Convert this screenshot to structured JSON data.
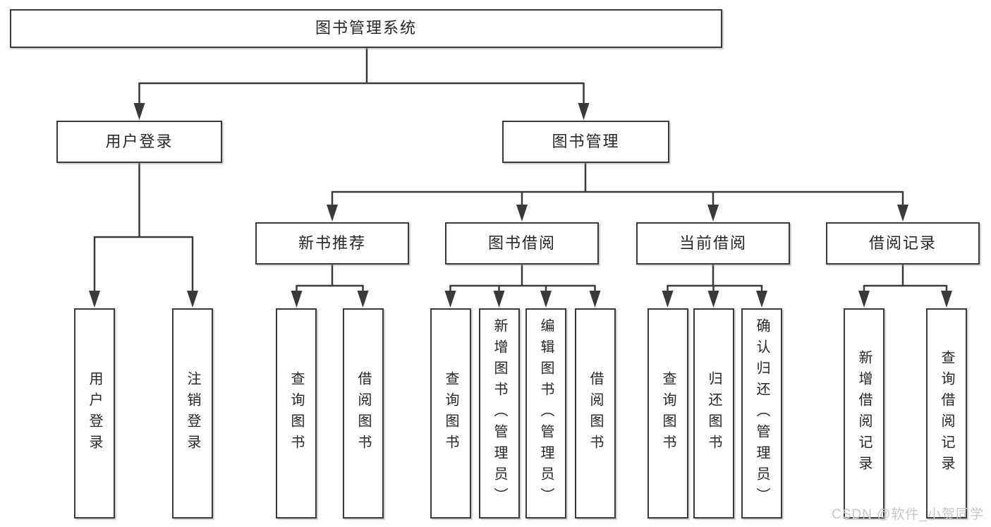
{
  "diagram": {
    "root": {
      "label": "图书管理系统"
    },
    "branches": [
      {
        "label": "用户登录",
        "children": [
          {
            "label": "用户登录"
          },
          {
            "label": "注销登录"
          }
        ]
      },
      {
        "label": "图书管理",
        "children": [
          {
            "label": "新书推荐",
            "children": [
              {
                "label": "查询图书"
              },
              {
                "label": "借阅图书"
              }
            ]
          },
          {
            "label": "图书借阅",
            "children": [
              {
                "label": "查询图书"
              },
              {
                "label": "新增图书（管理员）"
              },
              {
                "label": "编辑图书（管理员）"
              },
              {
                "label": "借阅图书"
              }
            ]
          },
          {
            "label": "当前借阅",
            "children": [
              {
                "label": "查询图书"
              },
              {
                "label": "归还图书"
              },
              {
                "label": "确认归还（管理员）"
              }
            ]
          },
          {
            "label": "借阅记录",
            "children": [
              {
                "label": "新增借阅记录"
              },
              {
                "label": "查询借阅记录"
              }
            ]
          }
        ]
      }
    ]
  },
  "watermark": {
    "text": "CSDN @软件_小贺同学"
  },
  "colors": {
    "line": "#3a3a3a",
    "box_border": "#3a3a3a",
    "text": "#262626",
    "watermark": "#c6c6c6",
    "background": "#ffffff"
  }
}
